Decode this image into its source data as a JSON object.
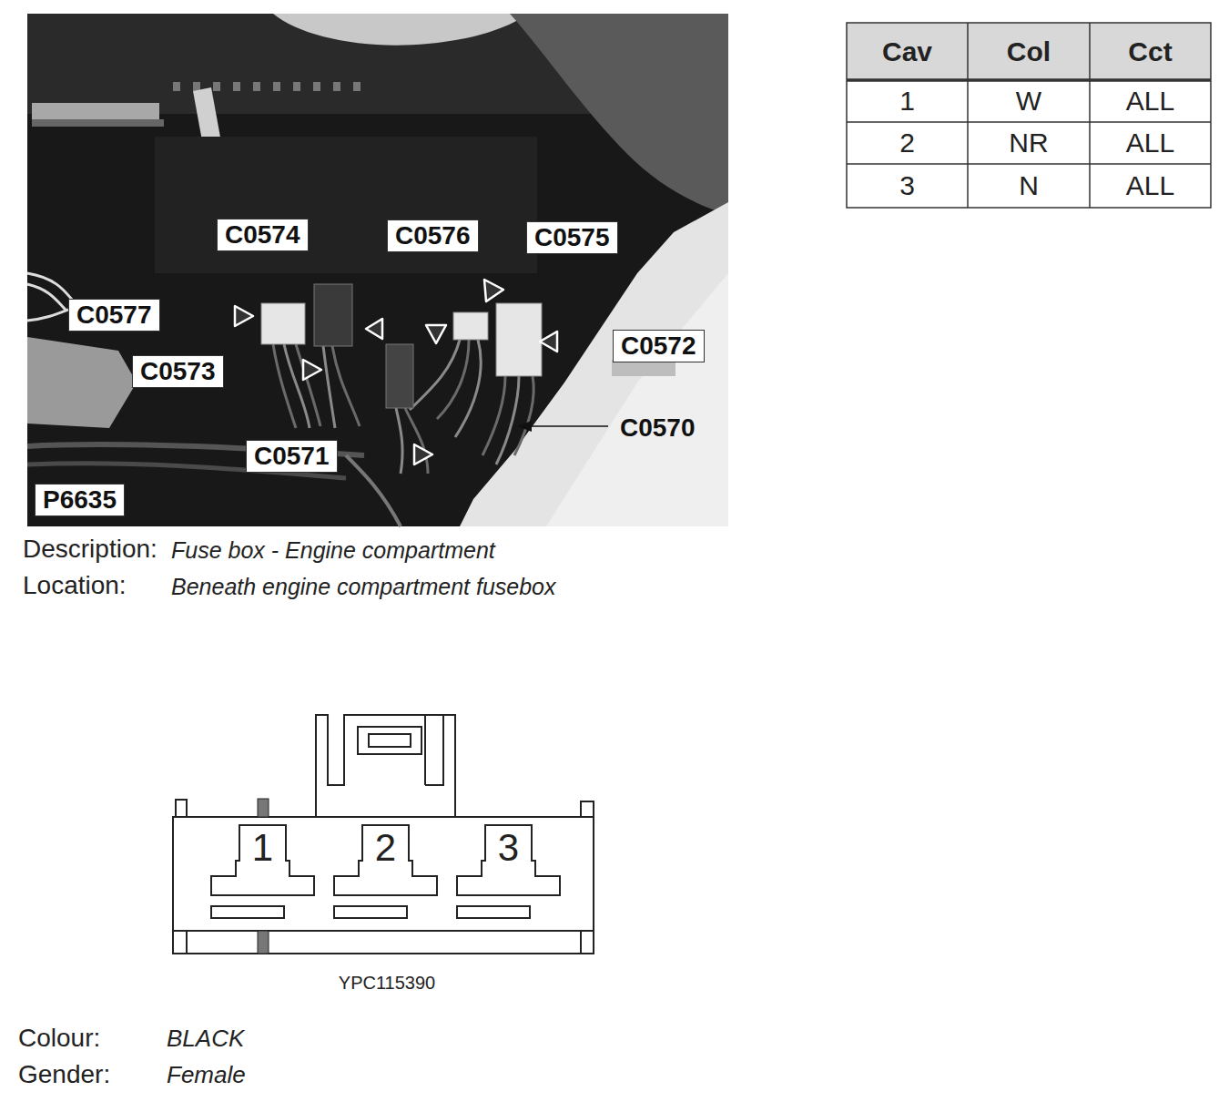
{
  "diagram": {
    "nodes": [
      {
        "text": [
          "C0574"
        ]
      },
      {
        "text": [
          "C0576"
        ]
      },
      {
        "text": [
          "C0575"
        ]
      },
      {
        "text": [
          "C0577"
        ]
      },
      {
        "text": [
          "C0572"
        ]
      },
      {
        "text": [
          "C0573"
        ]
      },
      {
        "text": [
          "C0570"
        ]
      },
      {
        "text": [
          "C0571"
        ]
      },
      {
        "text": [
          "P6635"
        ]
      },
      {
        "text": [
          "1"
        ]
      },
      {
        "text": [
          "2"
        ]
      },
      {
        "text": [
          "3"
        ]
      }
    ],
    "labels": [
      "Cav",
      "Col",
      "Cct",
      "1",
      "W",
      "ALL",
      "2",
      "NR",
      "ALL",
      "3",
      "N",
      "ALL",
      "Description:",
      "Fuse box - Engine compartment",
      "Location:",
      "Beneath engine compartment fusebox",
      "YPC115390",
      "Colour:",
      "BLACK",
      "Gender:",
      "Female"
    ]
  }
}
